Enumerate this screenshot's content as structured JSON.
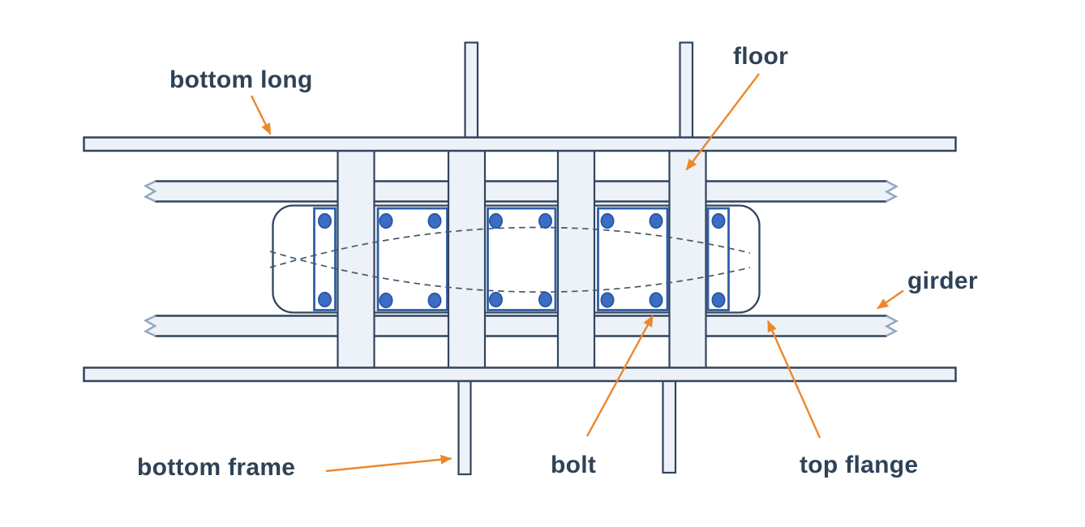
{
  "title": "girder splice connection diagram",
  "colors": {
    "stroke": "#32455c",
    "fill_light": "#edf1f8",
    "break_line": "#93a6c3",
    "plate_blue": "#2e5ea8",
    "bolt_fill": "#3c6dc5",
    "bolt_stroke": "#2b55a0",
    "arrow_orange": "#ec872c",
    "label_text": "#2f4256",
    "dash_line": "#44586e"
  },
  "labels": {
    "bottom_long": {
      "text": "bottom long"
    },
    "floor": {
      "text": "floor"
    },
    "girder": {
      "text": "girder"
    },
    "bolt": {
      "text": "bolt"
    },
    "top_flange": {
      "text": "top flange"
    },
    "bottom_frame": {
      "text": "bottom frame"
    }
  },
  "parts": {
    "girder_count": 2,
    "floor_beam_count": 4,
    "splice_plate_count": 5,
    "bolt_count": 16
  }
}
